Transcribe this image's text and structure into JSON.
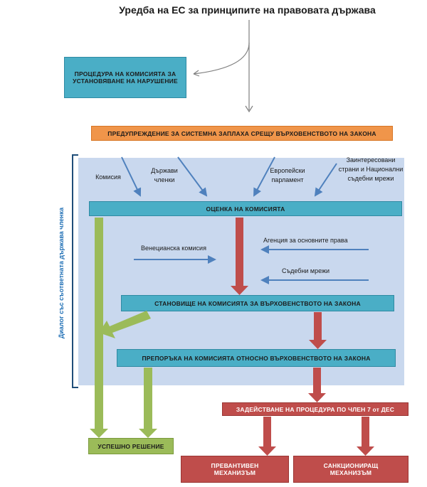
{
  "title": "Уредба на ЕС за принципите на правовата държава",
  "procedure_box": "ПРОЦЕДУРА НА КОМИСИЯТА ЗА УСТАНОВЯВАНЕ НА НАРУШЕНИЕ",
  "warning_box": "ПРЕДУПРЕЖДЕНИЕ ЗА СИСТЕМНА ЗАПЛАХА СРЕЩУ ВЪРХОВЕНСТВОТО НА ЗАКОНА",
  "sources": {
    "commission": "Комисия",
    "member_states": "Държави членки",
    "parliament": "Европейски парламент",
    "stakeholders": "Заинтересовани страни и Национални съдебни мрежи"
  },
  "assessment_box": "ОЦЕНКА НА КОМИСИЯТА",
  "venice_commission": "Венецианска комисия",
  "fundamental_rights_agency": "Агенция за основните права",
  "judicial_networks": "Съдебни мрежи",
  "opinion_box": "СТАНОВИЩЕ НА КОМИСИЯТА ЗА ВЪРХОВЕНСТВОТО НА ЗАКОНА",
  "recommendation_box": "ПРЕПОРЪКА НА КОМИСИЯТА ОТНОСНО ВЪРХОВЕНСТВОТО НА ЗАКОНА",
  "article7_box": "ЗАДЕЙСТВАНЕ НА ПРОЦЕДУРА ПО ЧЛЕН 7 от ДЕС",
  "success_box": "УСПЕШНО РЕШЕНИЕ",
  "preventive_box": "ПРЕВАНТИВЕН МЕХАНИЗЪМ",
  "sanctioning_box": "САНКЦИОНИРАЩ МЕХАНИЗЪМ",
  "dialog_label": "Диалог със съответната държава членка",
  "colors": {
    "teal": "#4aaec6",
    "orange": "#f0954a",
    "red": "#bf4d4b",
    "green": "#9bbb59",
    "blue_arrow": "#4f81bd",
    "panel": "#c9d8ee"
  }
}
